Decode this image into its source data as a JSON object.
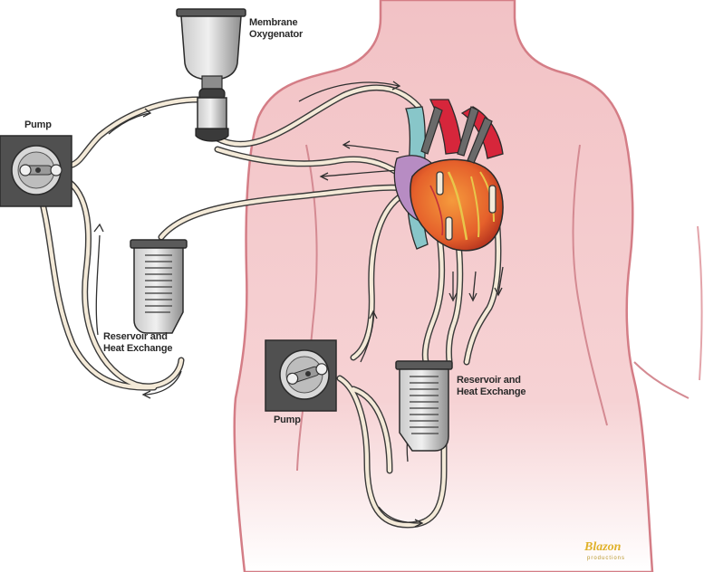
{
  "labels": {
    "oxygenator": "Membrane\nOxygenator",
    "pump_top": "Pump",
    "reservoir_left": "Reservoir and\nHeat Exchange",
    "pump_bottom": "Pump",
    "reservoir_right": "Reservoir and\nHeat Exchange"
  },
  "credit": {
    "logo": "Blazon",
    "sub": "productions"
  },
  "colors": {
    "body_skin": "#f3c4c7",
    "body_outline": "#d47d86",
    "tubing": "#f4ead8",
    "tubing_outline": "#3a3a3a",
    "device_dark": "#4a4a4a",
    "device_gray": "#9a9a9a",
    "heart": "#e8692f",
    "vessel_blue": "#88c6c9",
    "vessel_red": "#d6263b",
    "vein_purple": "#b78cc3"
  }
}
